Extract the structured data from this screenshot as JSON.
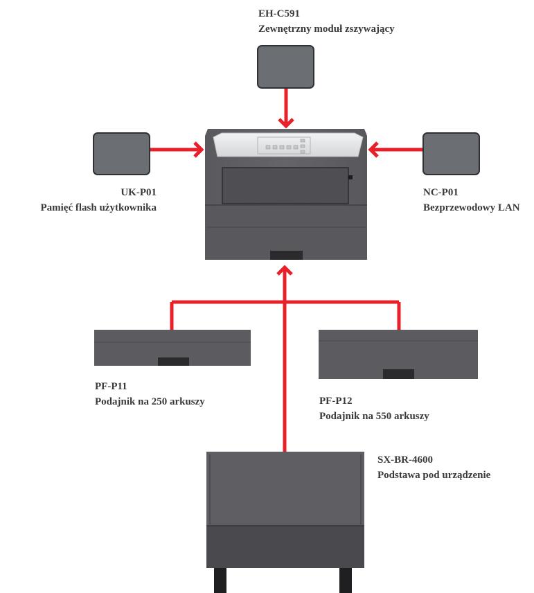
{
  "diagram": {
    "accessories": {
      "stapler": {
        "code": "EH-C591",
        "desc": "Zewnętrzny moduł zszywający"
      },
      "flash": {
        "code": "UK-P01",
        "desc": "Pamięć flash użytkownika"
      },
      "wlan": {
        "code": "NC-P01",
        "desc": "Bezprzewodowy LAN"
      },
      "tray250": {
        "code": "PF-P11",
        "desc": "Podajnik na 250 arkuszy"
      },
      "tray550": {
        "code": "PF-P12",
        "desc": "Podajnik na 550 arkuszy"
      },
      "stand": {
        "code": "SX-BR-4600",
        "desc": "Podstawa pod urządzenie"
      }
    },
    "colors": {
      "connector": "#e8202a",
      "module": "#6b6f74",
      "module_border": "#2e3033",
      "device_body": "#5f5f63",
      "device_dark": "#4c4c50",
      "panel": "#e9eaec"
    }
  }
}
